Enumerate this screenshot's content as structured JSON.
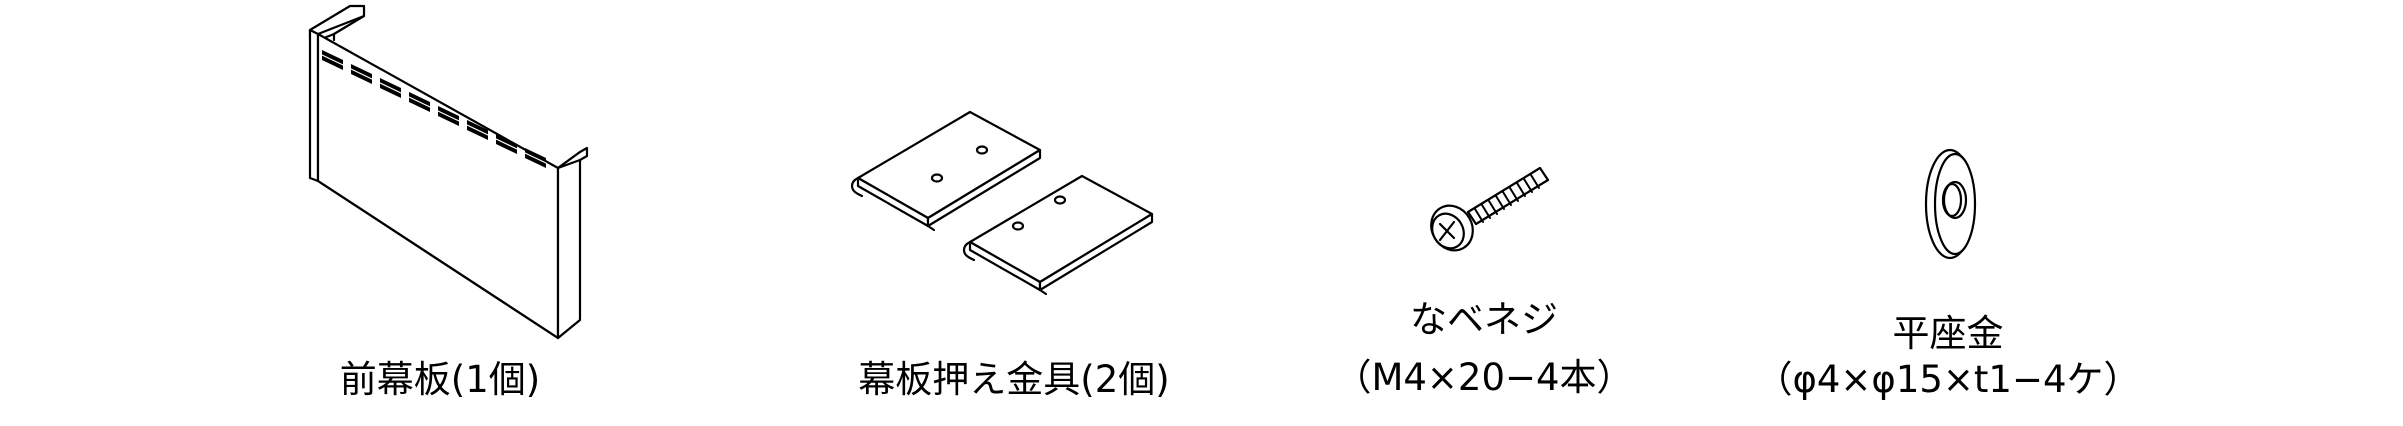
{
  "parts": [
    {
      "id": "front-panel",
      "label": "前幕板(1個)"
    },
    {
      "id": "front-panel-bracket",
      "label": "幕板押え金具(2個)"
    },
    {
      "id": "pan-head-screw",
      "label": "なベネジ",
      "spec": "（M4×20−4本）"
    },
    {
      "id": "flat-washer",
      "label": "平座金",
      "spec": "（φ4×φ15×t1−4ケ）"
    }
  ]
}
